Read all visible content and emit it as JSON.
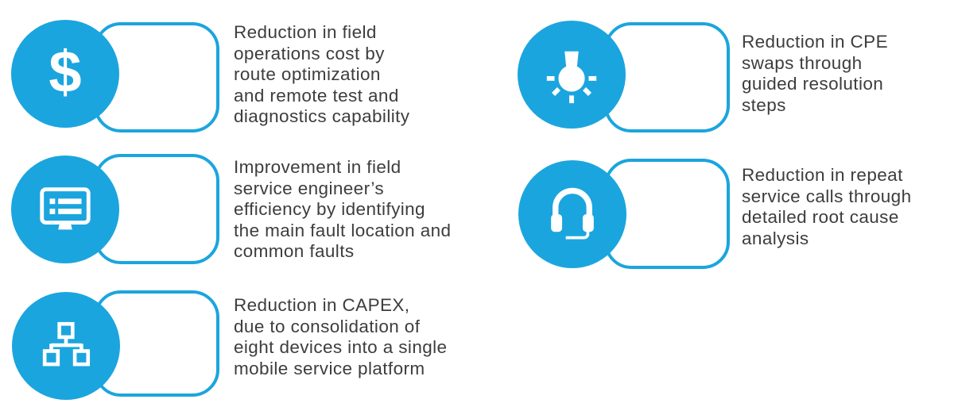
{
  "colors": {
    "accent": "#1BA5DE",
    "text": "#3D3D3D",
    "icon": "#FFFFFF",
    "background": "#FFFFFF"
  },
  "features": [
    {
      "name": "field-operations-cost",
      "icon": "dollar-icon",
      "icon_glyph": "$",
      "text": "Reduction in field\noperations cost by\nroute optimization\nand remote test and\ndiagnostics capability"
    },
    {
      "name": "field-engineer-efficiency",
      "icon": "monitor-checklist-icon",
      "text": "Improvement in field\nservice engineer’s\nefficiency by identifying\nthe main fault location and\ncommon faults"
    },
    {
      "name": "capex-reduction",
      "icon": "network-hierarchy-icon",
      "text": "Reduction in CAPEX,\ndue to consolidation of\neight devices into a single\nmobile service platform"
    },
    {
      "name": "cpe-swap-reduction",
      "icon": "lightbulb-icon",
      "text": "Reduction in CPE\nswaps through\nguided resolution\nsteps"
    },
    {
      "name": "repeat-service-call-reduction",
      "icon": "headset-icon",
      "text": "Reduction in repeat\nservice calls through\ndetailed root cause\nanalysis"
    }
  ]
}
